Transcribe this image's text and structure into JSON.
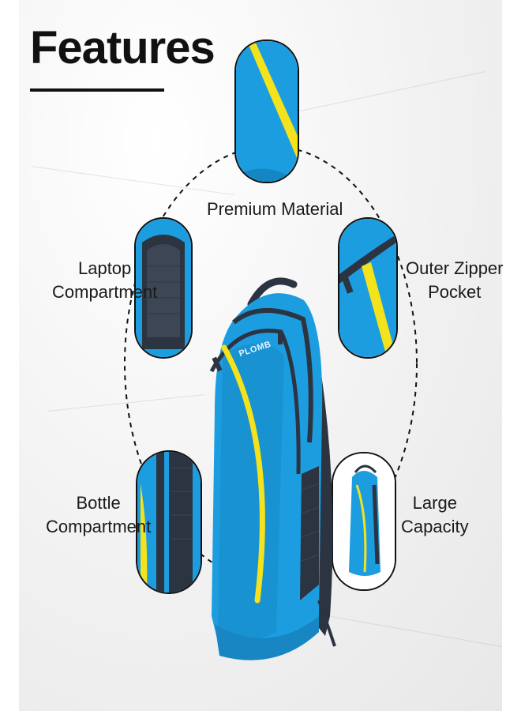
{
  "title": "Features",
  "features": {
    "premium_material": "Premium Material",
    "laptop_line1": "Laptop",
    "laptop_line2": "Compartment",
    "outer_zipper_line1": "Outer Zipper",
    "outer_zipper_line2": "Pocket",
    "bottle_line1": "Bottle",
    "bottle_line2": "Compartment",
    "capacity_line1": "Large",
    "capacity_line2": "Capacity"
  },
  "brand_logo_text": "PLOMB",
  "colors": {
    "bag_blue": "#1c9de0",
    "bag_dark": "#2b3440",
    "accent_yellow": "#f4e21c",
    "ink": "#111111"
  },
  "icons": [
    "feature-bubble-material",
    "feature-bubble-laptop",
    "feature-bubble-zipper",
    "feature-bubble-bottle",
    "feature-bubble-capacity"
  ]
}
